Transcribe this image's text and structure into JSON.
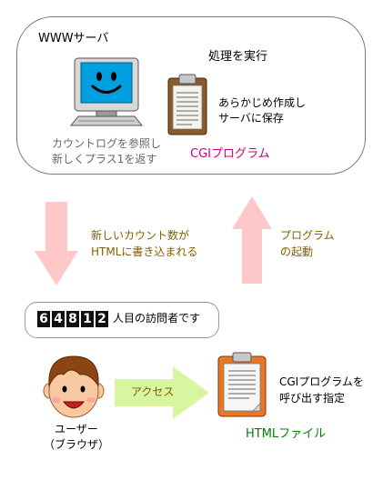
{
  "server": {
    "title": "WWWサーバ",
    "process_label": "処理を実行",
    "pc_caption": [
      "カウントログを参照し",
      "新しくプラス1を返す"
    ],
    "clipboard_caption": [
      "あらかじめ作成し",
      "サーバに保存"
    ],
    "cgi_label": "CGIプログラム"
  },
  "arrows": {
    "down_label": [
      "新しいカウント数が",
      "HTMLに書き込まれる"
    ],
    "up_label": [
      "プログラム",
      "の起動"
    ],
    "access_label": "アクセス"
  },
  "counter": {
    "digits": [
      "6",
      "4",
      "8",
      "1",
      "2"
    ],
    "suffix": "人目の訪問者です"
  },
  "user": {
    "label": [
      "ユーザー",
      "（ブラウザ）"
    ]
  },
  "html_file": {
    "caption": [
      "CGIプログラムを",
      "呼び出す指定"
    ],
    "label": "HTMLファイル"
  },
  "colors": {
    "arrow_pink": "#ffc8c8",
    "arrow_green": "#d8f5a0",
    "monitor_blue": "#00a0e0",
    "clipboard_brown": "#8b5a2b",
    "label_magenta": "#cc0080",
    "label_olive": "#806000",
    "label_green": "#008000"
  }
}
